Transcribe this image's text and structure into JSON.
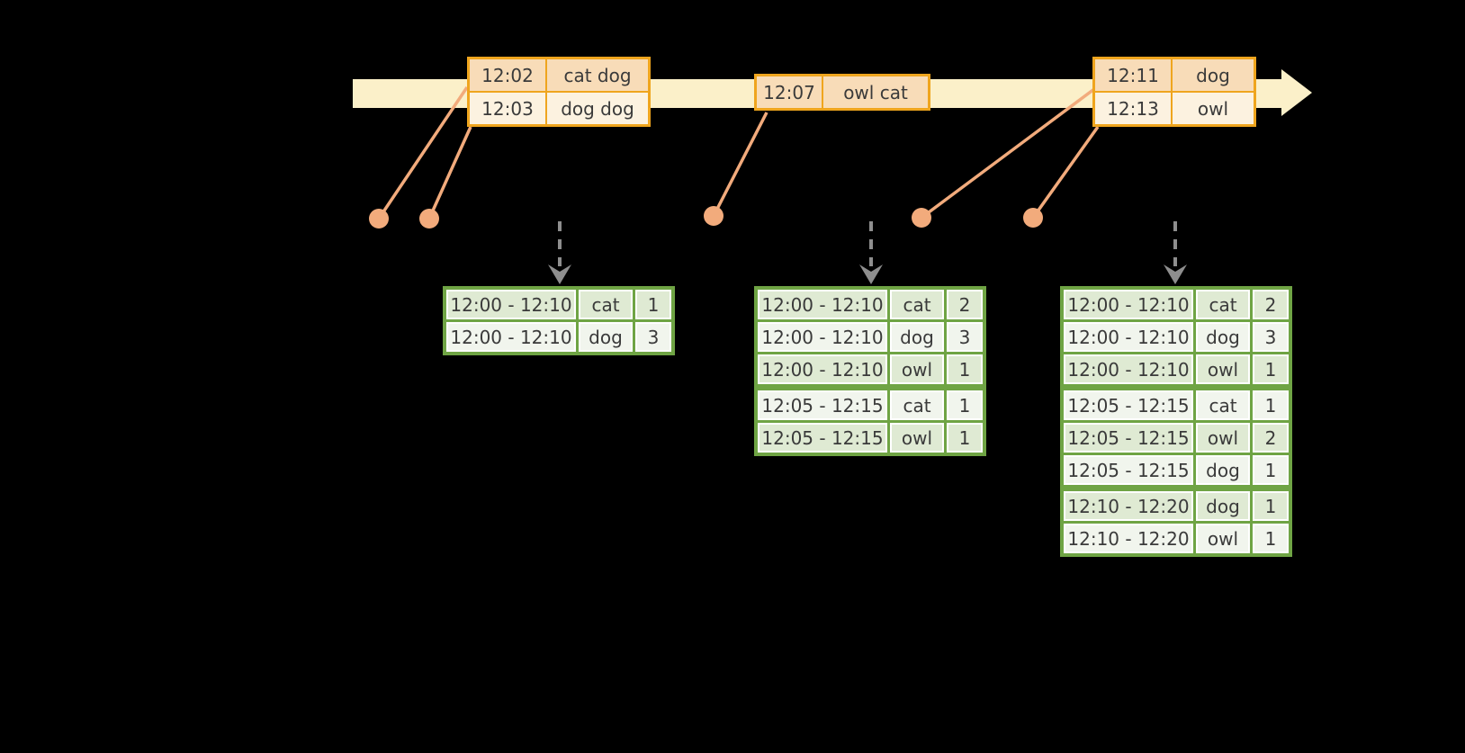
{
  "diagram": {
    "description": "Event-time timeline with windowed grouped-aggregation result tables",
    "colors": {
      "background": "#000000",
      "timeline_fill": "#fbf0c9",
      "event_table_border": "#efa51e",
      "event_row_dark": "#f8dcb8",
      "event_row_light": "#fcf2e0",
      "connector_salmon": "#f2ab7c",
      "trigger_arrow_gray": "#8e8e8e",
      "result_table_border": "#6fa444",
      "result_row_dark": "#dfead3",
      "result_row_light": "#f1f5ed",
      "cell_text": "#3a3a3a"
    },
    "event_tables": [
      {
        "rows": [
          {
            "time": "12:02",
            "words": "cat dog"
          },
          {
            "time": "12:03",
            "words": "dog dog"
          }
        ]
      },
      {
        "rows": [
          {
            "time": "12:07",
            "words": "owl cat"
          }
        ]
      },
      {
        "rows": [
          {
            "time": "12:11",
            "words": "dog"
          },
          {
            "time": "12:13",
            "words": "owl"
          }
        ]
      }
    ],
    "result_tables": [
      {
        "rows": [
          {
            "window": "12:00 - 12:10",
            "word": "cat",
            "count": "1"
          },
          {
            "window": "12:00 - 12:10",
            "word": "dog",
            "count": "3"
          }
        ]
      },
      {
        "rows": [
          {
            "window": "12:00 - 12:10",
            "word": "cat",
            "count": "2"
          },
          {
            "window": "12:00 - 12:10",
            "word": "dog",
            "count": "3"
          },
          {
            "window": "12:00 - 12:10",
            "word": "owl",
            "count": "1"
          },
          {
            "window": "12:05 - 12:15",
            "word": "cat",
            "count": "1",
            "group_start": true
          },
          {
            "window": "12:05 - 12:15",
            "word": "owl",
            "count": "1"
          }
        ]
      },
      {
        "rows": [
          {
            "window": "12:00 - 12:10",
            "word": "cat",
            "count": "2"
          },
          {
            "window": "12:00 - 12:10",
            "word": "dog",
            "count": "3"
          },
          {
            "window": "12:00 - 12:10",
            "word": "owl",
            "count": "1"
          },
          {
            "window": "12:05 - 12:15",
            "word": "cat",
            "count": "1",
            "group_start": true
          },
          {
            "window": "12:05 - 12:15",
            "word": "owl",
            "count": "2"
          },
          {
            "window": "12:05 - 12:15",
            "word": "dog",
            "count": "1"
          },
          {
            "window": "12:10 - 12:20",
            "word": "dog",
            "count": "1",
            "group_start": true
          },
          {
            "window": "12:10 - 12:20",
            "word": "owl",
            "count": "1"
          }
        ]
      }
    ]
  }
}
